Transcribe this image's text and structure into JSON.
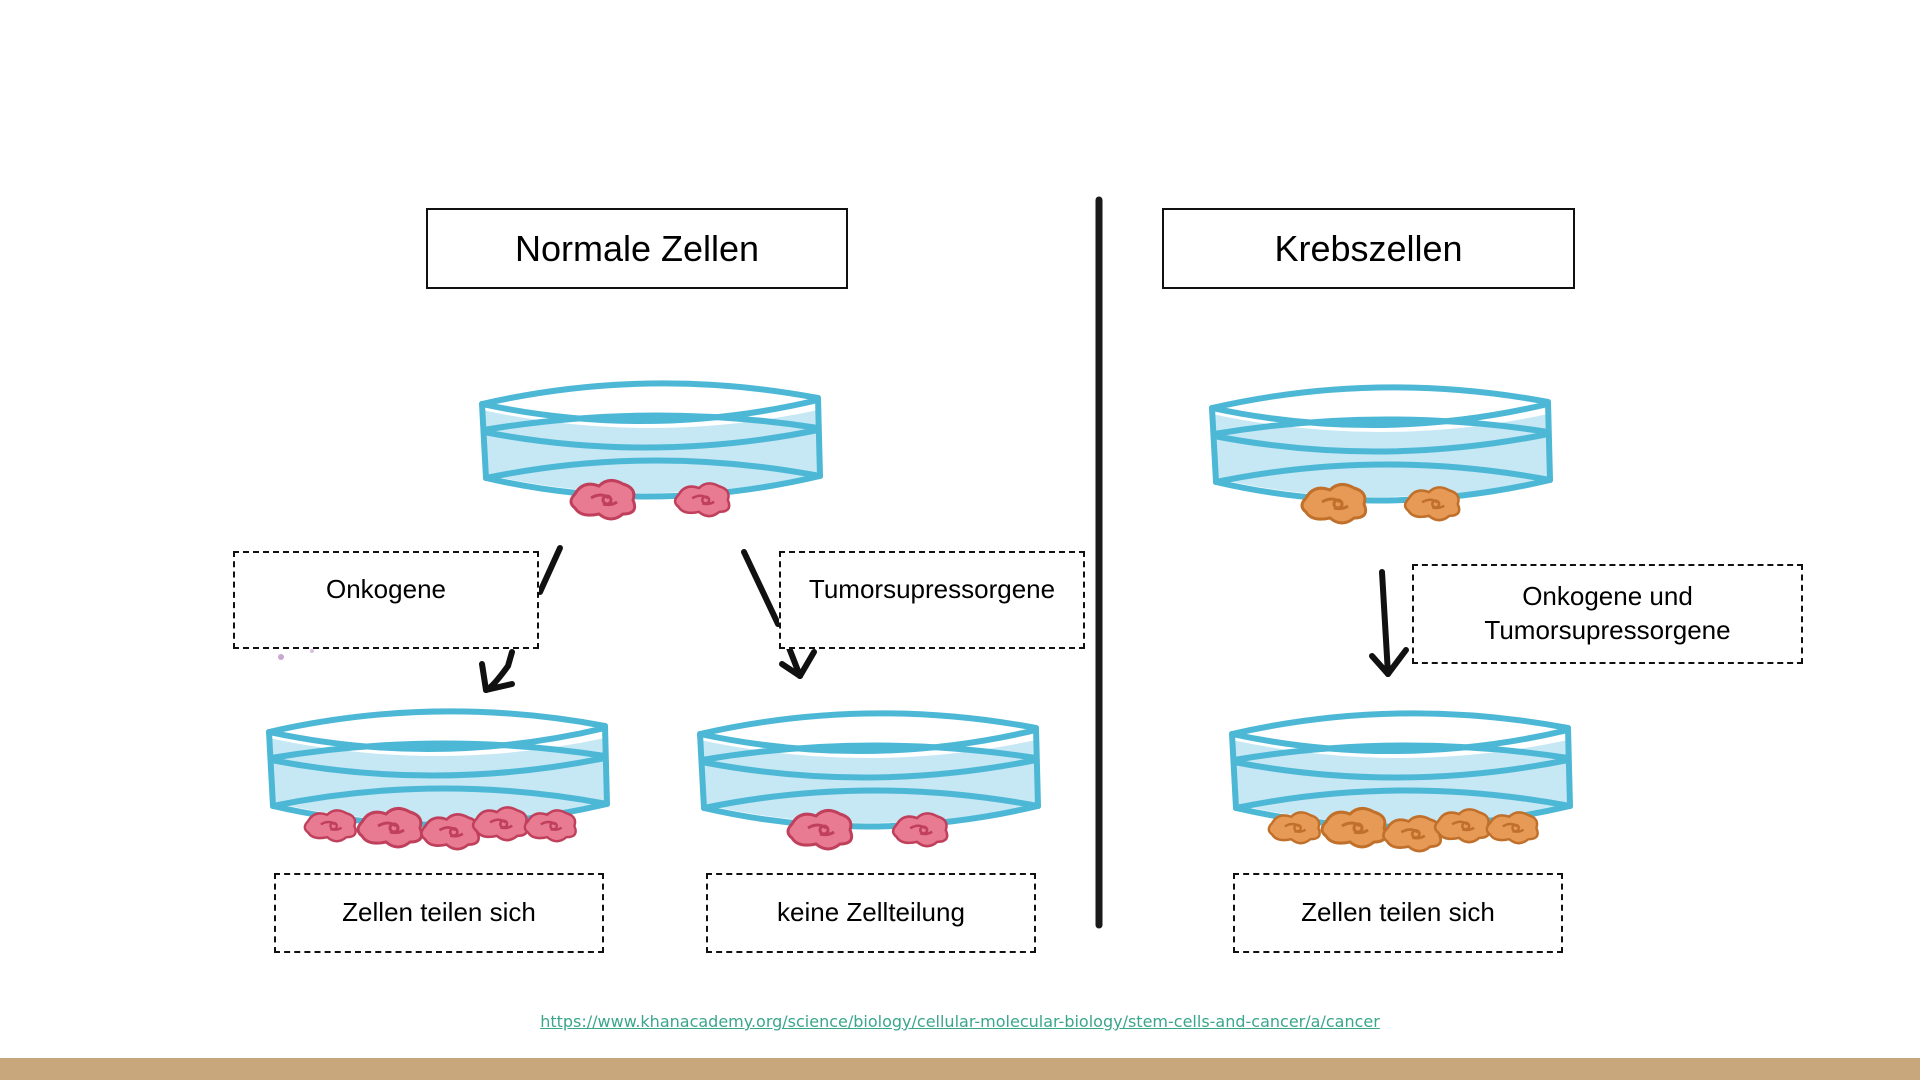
{
  "sections": {
    "normal": {
      "title": "Normale Zellen"
    },
    "cancer": {
      "title": "Krebszellen"
    }
  },
  "labels": {
    "oncogenes": "Onkogene",
    "tumor_suppressors": "Tumorsupressorgene",
    "both_genes": "Onkogene und\nTumorsupressorgene",
    "normal_divide": "Zellen teilen sich",
    "no_division": "keine Zellteilung",
    "cancer_divide": "Zellen teilen sich"
  },
  "source_url": "https://www.khanacademy.org/science/biology/cellular-molecular-biology/stem-cells-and-cancer/a/cancer",
  "colors": {
    "dish_stroke": "#4db8d6",
    "dish_fill": "#c6e7f4",
    "normal_cell_fill": "#e87a92",
    "normal_cell_stroke": "#c0405c",
    "cancer_cell_fill": "#e69a55",
    "cancer_cell_stroke": "#c0702a",
    "link": "#3aa68a",
    "bottom_bar": "#c9a77c"
  }
}
